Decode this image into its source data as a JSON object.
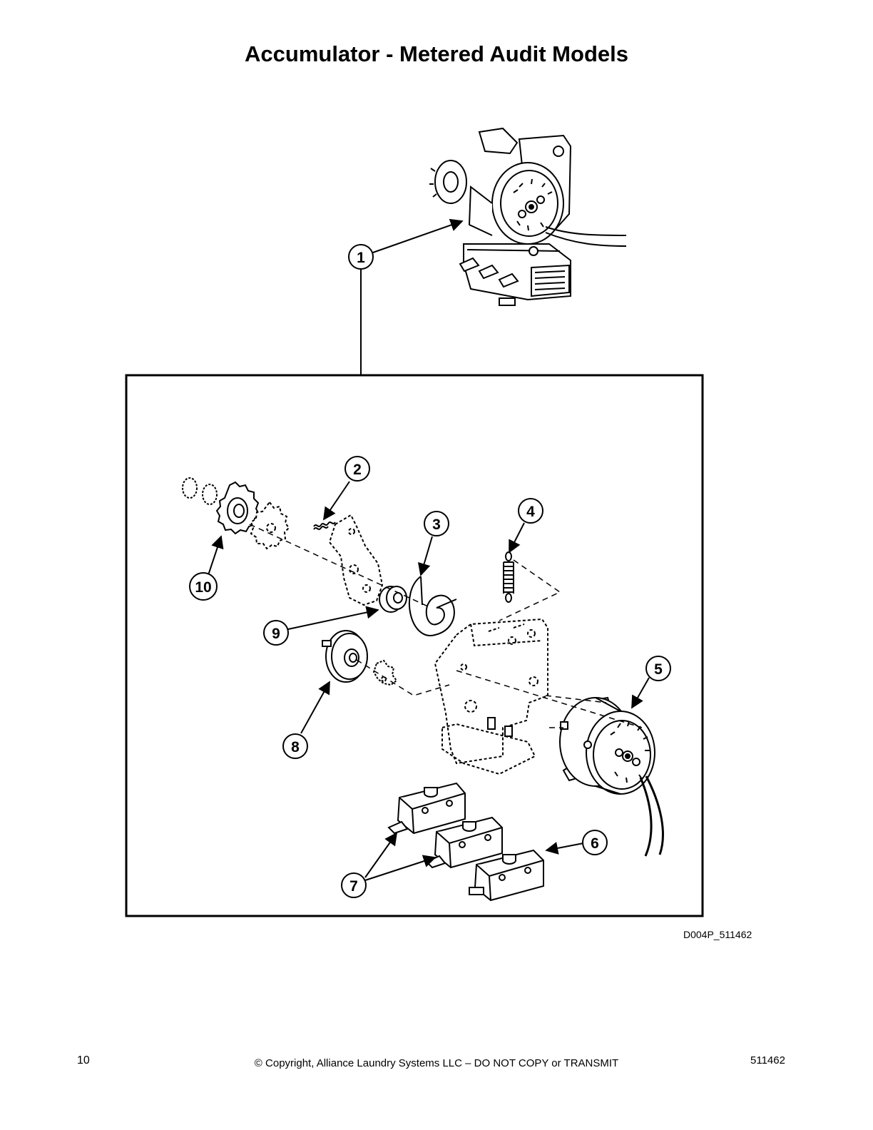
{
  "title": "Accumulator - Metered Audit Models",
  "figure_code": "D004P_511462",
  "footer": {
    "page_number": "10",
    "copyright": "© Copyright, Alliance Laundry Systems LLC – DO NOT COPY or TRANSMIT",
    "doc_number": "511462"
  },
  "callouts": {
    "c1": "1",
    "c2": "2",
    "c3": "3",
    "c4": "4",
    "c5": "5",
    "c6": "6",
    "c7": "7",
    "c8": "8",
    "c9": "9",
    "c10": "10"
  }
}
